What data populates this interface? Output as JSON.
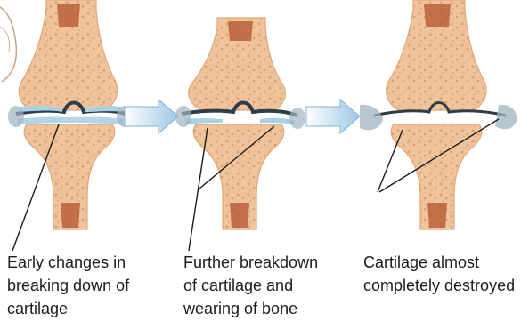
{
  "stages": [
    {
      "label": "Early changes in\nbreaking down of\ncartilage",
      "cartilage": "thin"
    },
    {
      "label": "Further breakdown\nof cartilage and\nwearing of bone",
      "cartilage": "patchy"
    },
    {
      "label": "Cartilage almost\ncompletely destroyed",
      "cartilage": "absent"
    }
  ],
  "colors": {
    "bone_fill": "#efc49c",
    "bone_edge": "#e2a777",
    "marrow": "#b85a36",
    "cartilage": "#a8d2e6",
    "joint_gap": "#2e3e48",
    "synovium": "#9fb4c2",
    "arrow_fill": "#b9d9ee",
    "arrow_edge": "#7fb3d6",
    "leader_line": "#1c1c1c"
  }
}
